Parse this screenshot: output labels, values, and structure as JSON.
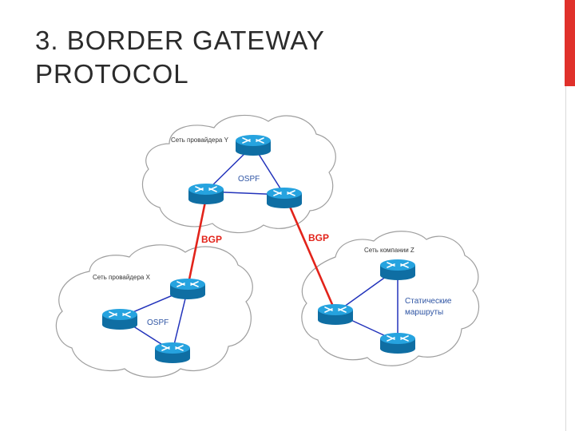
{
  "slide": {
    "title_line1": "3. BORDER GATEWAY",
    "title_line2": "PROTOCOL",
    "accent_color": "#e0312b"
  },
  "diagram": {
    "clouds": {
      "provider_y": "Сеть провайдера Y",
      "provider_x": "Сеть провайдера X",
      "company_z": "Сеть компании Z"
    },
    "labels": {
      "ospf_y": "OSPF",
      "ospf_x": "OSPF",
      "bgp_left": "BGP",
      "bgp_right": "BGP",
      "static_line1": "Статические",
      "static_line2": "маршруты"
    },
    "icon": "router-icon",
    "colors": {
      "router": "#1a8fc8",
      "link": "#2233bb",
      "bgp_link": "#e2231a",
      "label": "#2f55a4"
    }
  }
}
